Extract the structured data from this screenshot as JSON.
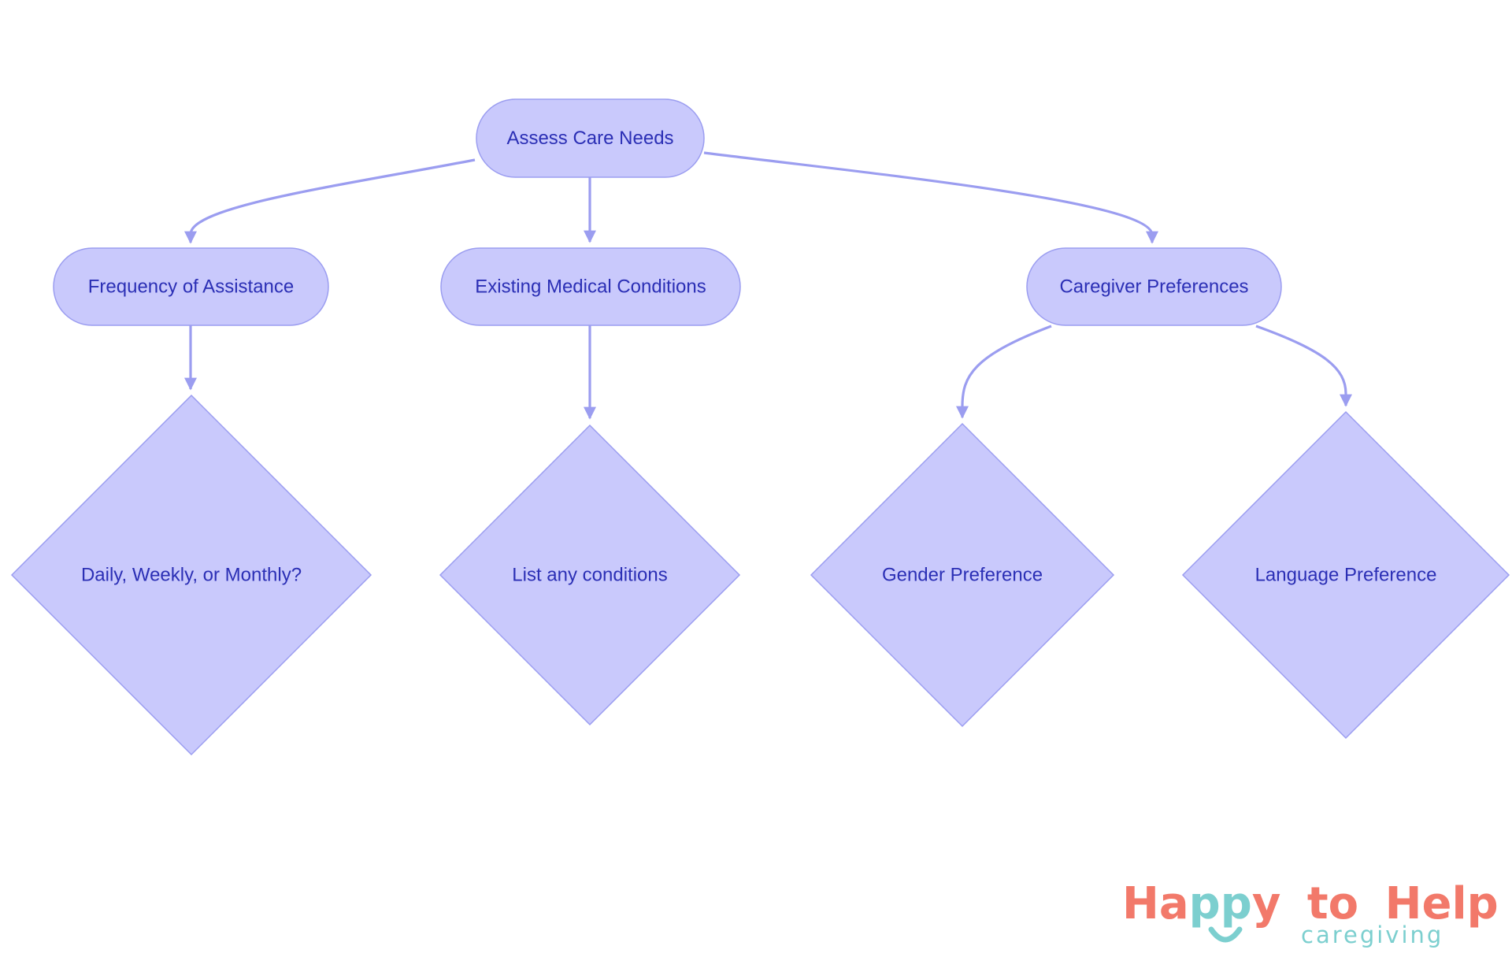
{
  "diagram": {
    "nodes": {
      "assess": {
        "label": "Assess Care Needs",
        "shape": "stadium"
      },
      "frequency": {
        "label": "Frequency of Assistance",
        "shape": "stadium"
      },
      "medical": {
        "label": "Existing Medical Conditions",
        "shape": "stadium"
      },
      "preferences": {
        "label": "Caregiver Preferences",
        "shape": "stadium"
      },
      "frequency_options": {
        "label": "Daily, Weekly, or Monthly?",
        "shape": "diamond"
      },
      "conditions_list": {
        "label": "List any conditions",
        "shape": "diamond"
      },
      "gender": {
        "label": "Gender Preference",
        "shape": "diamond"
      },
      "language": {
        "label": "Language Preference",
        "shape": "diamond"
      }
    },
    "edges": [
      {
        "from": "assess",
        "to": "frequency"
      },
      {
        "from": "assess",
        "to": "medical"
      },
      {
        "from": "assess",
        "to": "preferences"
      },
      {
        "from": "frequency",
        "to": "frequency_options"
      },
      {
        "from": "medical",
        "to": "conditions_list"
      },
      {
        "from": "preferences",
        "to": "gender"
      },
      {
        "from": "preferences",
        "to": "language"
      }
    ],
    "colors": {
      "node_fill": "#c9c9fc",
      "node_stroke": "#9b9df0",
      "edge": "#9b9df0",
      "text": "#2b2fb5"
    }
  },
  "logo": {
    "happy": "Happy",
    "to": "to",
    "help": "Help",
    "sub": "caregiving",
    "colors": {
      "coral": "#f2796a",
      "teal": "#7ccfcf"
    }
  }
}
